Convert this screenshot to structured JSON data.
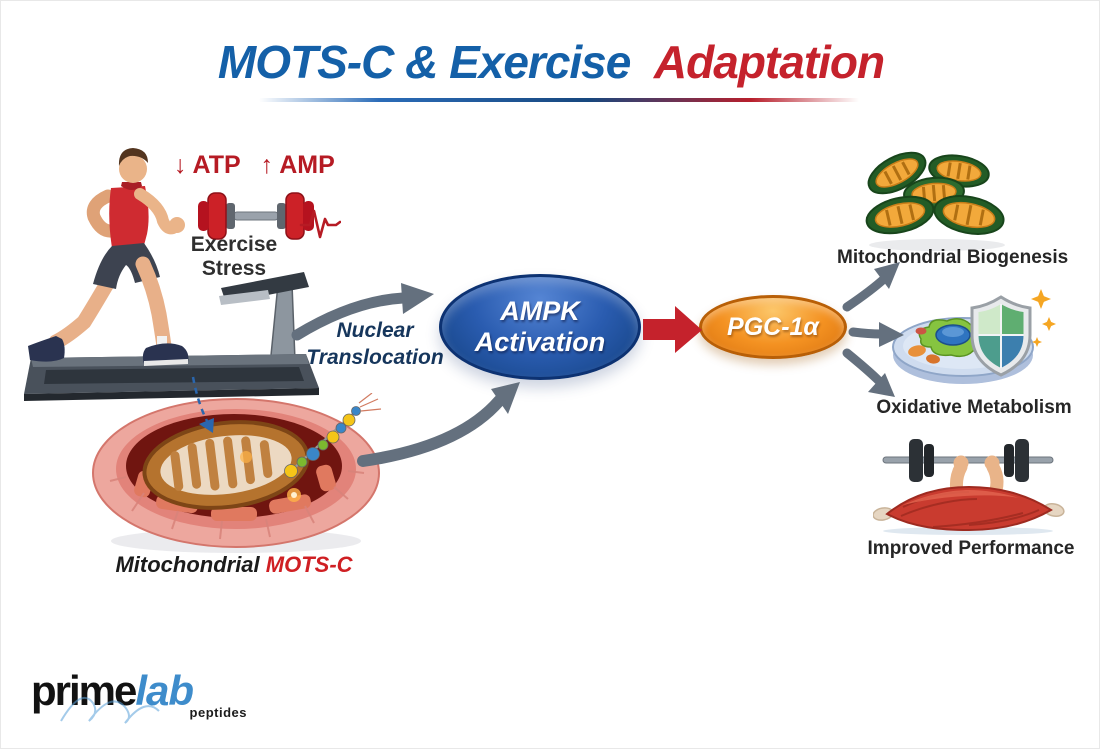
{
  "title": {
    "blue_part": "MOTS-C & Exercise",
    "red_part": "Adaptation"
  },
  "exercise": {
    "atp_label": "↓ ATP",
    "amp_label": "↑ AMP",
    "caption": "Exercise Stress"
  },
  "mots": {
    "caption_prefix": "Mitochondrial",
    "caption_highlight": "MOTS-C"
  },
  "pathway": {
    "nuclear_line1": "Nuclear",
    "nuclear_line2": "Translocation",
    "ampk_line1": "AMPK",
    "ampk_line2": "Activation",
    "pgc": "PGC-1α"
  },
  "outcomes": [
    {
      "label": "Mitochondrial Biogenesis"
    },
    {
      "label": "Oxidative Metabolism"
    },
    {
      "label": "Improved Performance"
    }
  ],
  "logo": {
    "prime": "prime",
    "lab": "lab",
    "sub": "peptides"
  },
  "icons": [
    "runner-treadmill-icon",
    "dumbbell-heartbeat-icon",
    "mitochondrion-motsc-icon",
    "mitochondria-cluster-icon",
    "petri-dish-shield-icon",
    "muscle-barbell-icon"
  ],
  "colors": {
    "title_blue": "#1460a8",
    "title_red": "#c5222c",
    "ampk_blue": "#2a5cb0",
    "pgc_orange": "#f49222",
    "arrow_gray": "#64707e",
    "arrow_red": "#c5222c",
    "stress_red": "#b61b24",
    "nuclear_navy": "#16365c",
    "motsc_red": "#cf1f23",
    "label_dark": "#262626",
    "logo_blue": "#3e8ccb"
  }
}
